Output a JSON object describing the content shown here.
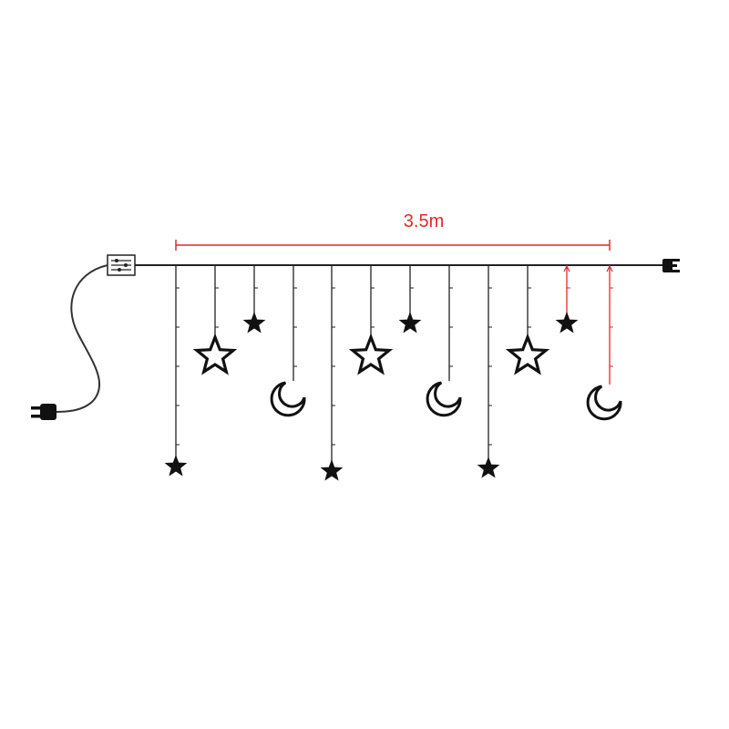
{
  "dimension": {
    "label": "3.5m",
    "color": "#e02a2a"
  },
  "colors": {
    "wire": "#222222",
    "ornament": "#111111",
    "background": "#ffffff"
  },
  "parts": {
    "controller": "controller-box-icon",
    "plug": "power-plug-icon",
    "end_connector": "end-connector-icon"
  },
  "strands": [
    {
      "ornament": "star-filled"
    },
    {
      "ornament": "star-outline"
    },
    {
      "ornament": "star-filled"
    },
    {
      "ornament": "moon"
    },
    {
      "ornament": "star-filled"
    },
    {
      "ornament": "star-outline"
    },
    {
      "ornament": "star-filled"
    },
    {
      "ornament": "moon"
    },
    {
      "ornament": "star-filled"
    },
    {
      "ornament": "star-outline"
    },
    {
      "ornament": "star-filled"
    },
    {
      "ornament": "moon"
    }
  ]
}
